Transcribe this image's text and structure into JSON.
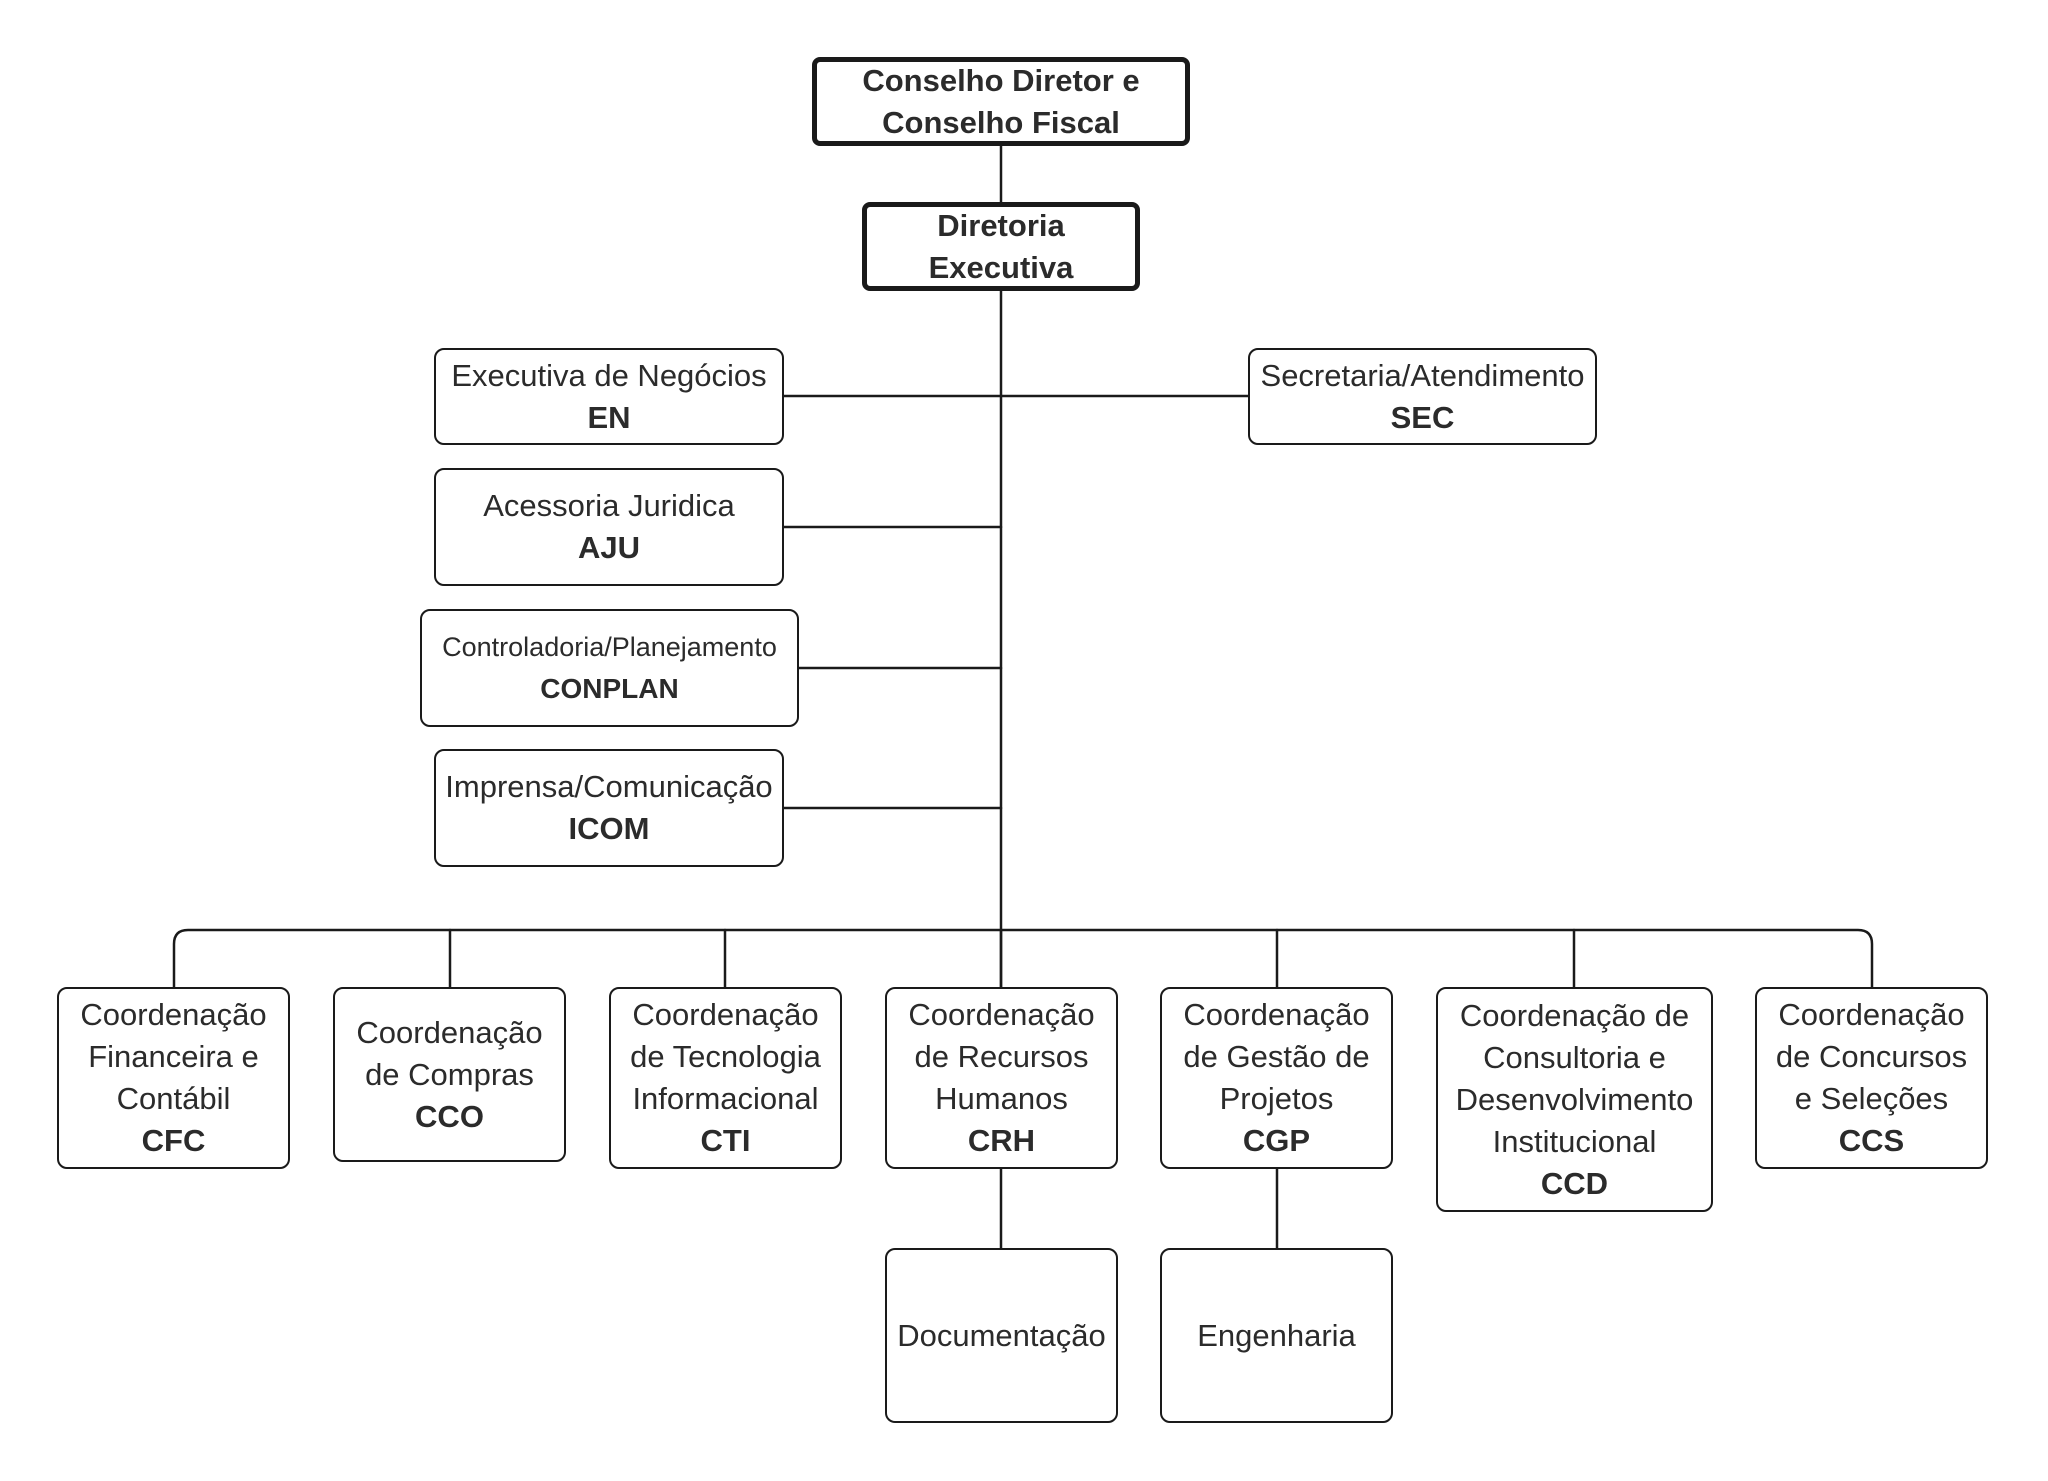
{
  "governance": {
    "board": "Conselho Diretor e\nConselho Fiscal",
    "executive": "Diretoria\nExecutiva"
  },
  "staff_units": {
    "business": {
      "label": "Executiva de Negócios",
      "code": "EN"
    },
    "secretariat": {
      "label": "Secretaria/Atendimento",
      "code": "SEC"
    },
    "legal": {
      "label": "Acessoria Juridica",
      "code": "AJU"
    },
    "controlling": {
      "label": "Controladoria/Planejamento",
      "code": "CONPLAN"
    },
    "press": {
      "label": "Imprensa/Comunicação",
      "code": "ICOM"
    }
  },
  "coordinations": {
    "cfc": {
      "label": "Coordenação\nFinanceira e\nContábil",
      "code": "CFC"
    },
    "cco": {
      "label": "Coordenação\nde Compras",
      "code": "CCO"
    },
    "cti": {
      "label": "Coordenação\nde Tecnologia\nInformacional",
      "code": "CTI"
    },
    "crh": {
      "label": "Coordenação\nde Recursos\nHumanos",
      "code": "CRH"
    },
    "cgp": {
      "label": "Coordenação\nde Gestão de\nProjetos",
      "code": "CGP"
    },
    "ccd": {
      "label": "Coordenação de\nConsultoria e\nDesenvolvimento\nInstitucional",
      "code": "CCD"
    },
    "ccs": {
      "label": "Coordenação\nde Concursos\ne Seleções",
      "code": "CCS"
    }
  },
  "sub_units": {
    "documentation": "Documentação",
    "engineering": "Engenharia"
  },
  "colors": {
    "line": "#1a1a1a",
    "text": "#2b2b2b",
    "background": "#ffffff"
  }
}
